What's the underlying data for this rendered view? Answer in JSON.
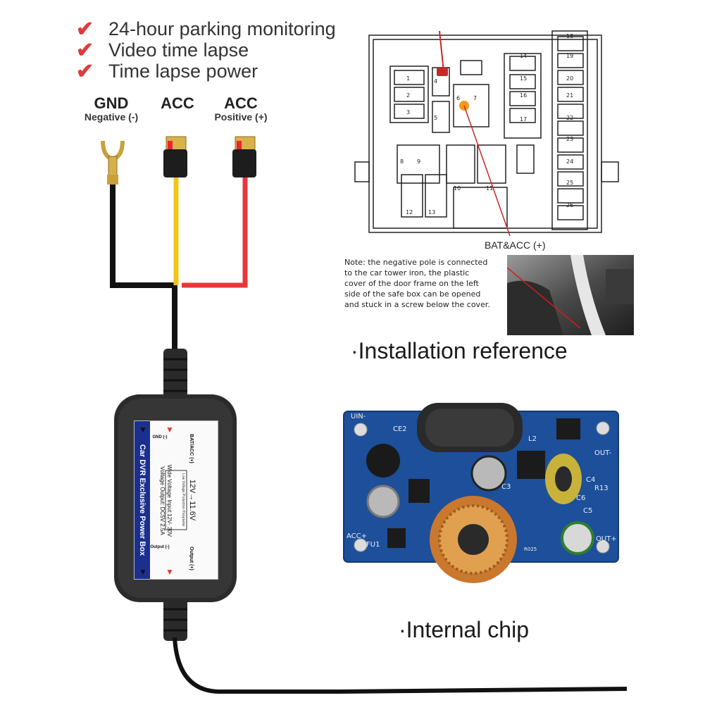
{
  "features": [
    {
      "text": "24-hour parking monitoring",
      "icon": "check-icon"
    },
    {
      "text": "Video time lapse",
      "icon": "check-icon"
    },
    {
      "text": "Time lapse power",
      "icon": "check-icon"
    }
  ],
  "wires": {
    "gnd": {
      "title": "GND",
      "subtitle": "Negative (-)",
      "color": "#111111"
    },
    "acc": {
      "title": "ACC",
      "subtitle": "",
      "color": "#f2c418"
    },
    "acc_positive": {
      "title": "ACC",
      "subtitle": "Positive (+)",
      "color": "#e8373a"
    }
  },
  "power_box": {
    "title": "Car DVR Exclusive Power Box",
    "spec_line_1": "Wide Voltage Input:12V- 30V",
    "spec_line_2": "Voltage Output: DC5V 2.5A",
    "protection_label": "Low Voltage Protection Parameter",
    "protection_value": "12V→11.6V",
    "terminal_bat_acc": "BAT/ACC (+)",
    "terminal_gnd": "GND (-)",
    "terminal_output_pos": "Output (+)",
    "terminal_output_neg": "Output (-)"
  },
  "fuse_box": {
    "label": "BAT&ACC (+)",
    "fuse_numbers": [
      "1",
      "2",
      "3",
      "4",
      "5",
      "6",
      "7",
      "8",
      "9",
      "10",
      "11",
      "12",
      "13",
      "14",
      "15",
      "16",
      "17",
      "18",
      "19",
      "20",
      "21",
      "22",
      "23",
      "24",
      "25",
      "26"
    ]
  },
  "note": {
    "text": "Note: the negative pole is connected to the car tower iron, the plastic cover of the door frame on the left side of the safe box can be opened and stuck in a screw below the cover."
  },
  "headings": {
    "installation": "·Installation reference",
    "internal_chip": "·Internal chip"
  },
  "pcb": {
    "labels": {
      "uin_neg": "UIN-",
      "out_neg": "OUT-",
      "acc_pos": "ACC+",
      "out_pos": "OUT+",
      "ce2": "CE2",
      "c3": "C3",
      "c4": "C4",
      "c5": "C5",
      "c6": "C6",
      "l2": "L2",
      "r13": "R13",
      "fu1": "FU1",
      "r025": "R025"
    }
  },
  "colors": {
    "check_red": "#e03a3a",
    "pcb_blue": "#1d4f9a",
    "label_blue": "#1b2f8f"
  }
}
